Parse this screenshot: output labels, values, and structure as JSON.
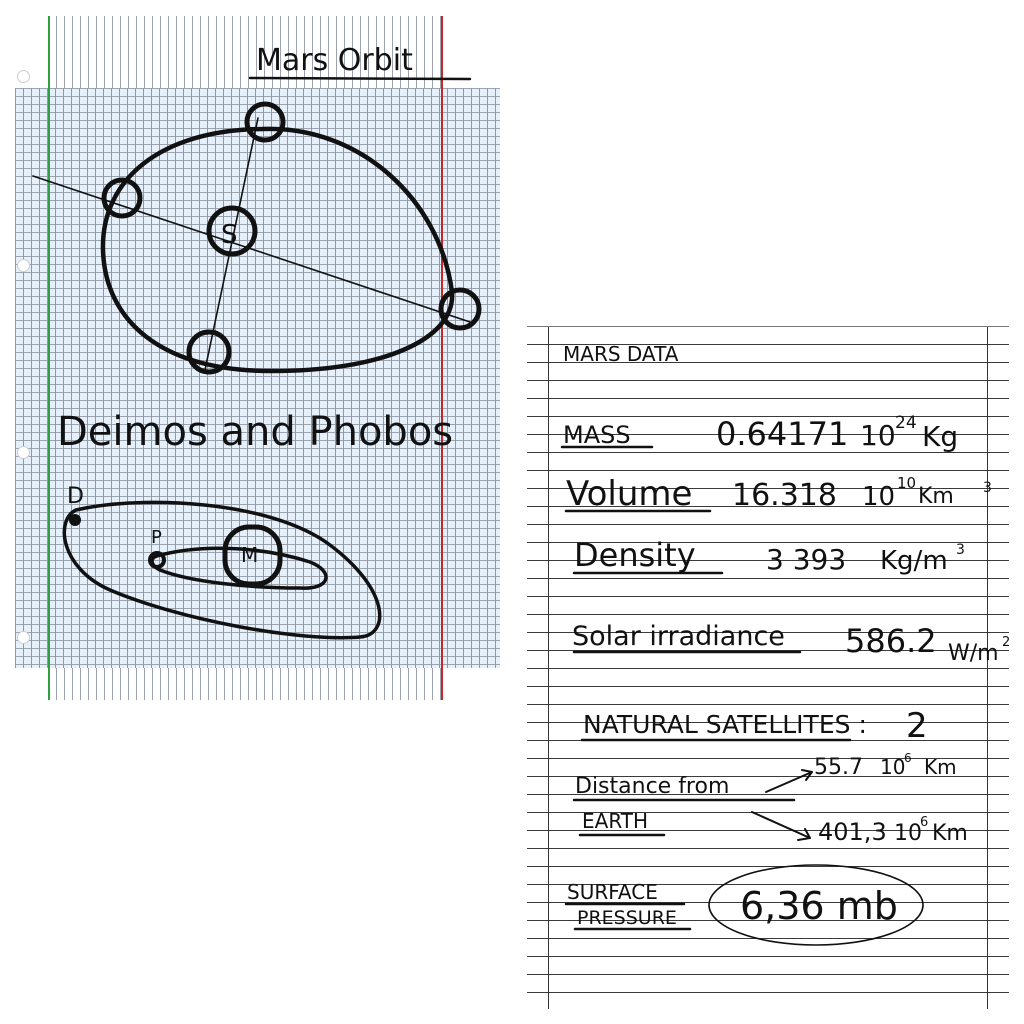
{
  "left_sheet": {
    "title": "Mars Orbit",
    "orbit_center_label": "S",
    "moons_heading": "Deimos and Phobos",
    "moon_labels": {
      "deimos": "D",
      "phobos": "P",
      "mars": "M"
    }
  },
  "right_sheet": {
    "heading": "MARS DATA",
    "mass": {
      "label": "MASS",
      "value": "0.64171",
      "unit_base": "10",
      "unit_exp": "24",
      "unit": "Kg"
    },
    "volume": {
      "label": "Volume",
      "value": "16.318",
      "unit_base": "10",
      "unit_exp": "10",
      "unit": "Km",
      "unit_sup": "3"
    },
    "density": {
      "label": "Density",
      "value": "3 393",
      "unit": "Kg/m",
      "unit_sup": "3"
    },
    "solar_irradiance": {
      "label": "Solar irradiance",
      "value": "586.2",
      "unit": "W/m",
      "unit_sup": "2"
    },
    "natural_satellites": {
      "label": "NATURAL SATELLITES :",
      "value": "2"
    },
    "distance": {
      "label_line1": "Distance from",
      "label_line2": "EARTH",
      "min_value": "55.7",
      "min_unit_base": "10",
      "min_unit_exp": "6",
      "min_unit": "Km",
      "max_value": "401,3",
      "max_unit_base": "10",
      "max_unit_exp": "6",
      "max_unit": "Km"
    },
    "surface_pressure": {
      "label_line1": "SURFACE",
      "label_line2": "PRESSURE",
      "value": "6,36 mb"
    }
  },
  "colors": {
    "ink": "#111111",
    "grid_fill": "#e6f0fb",
    "margin_green": "#2ea043",
    "margin_red": "#c62828"
  }
}
